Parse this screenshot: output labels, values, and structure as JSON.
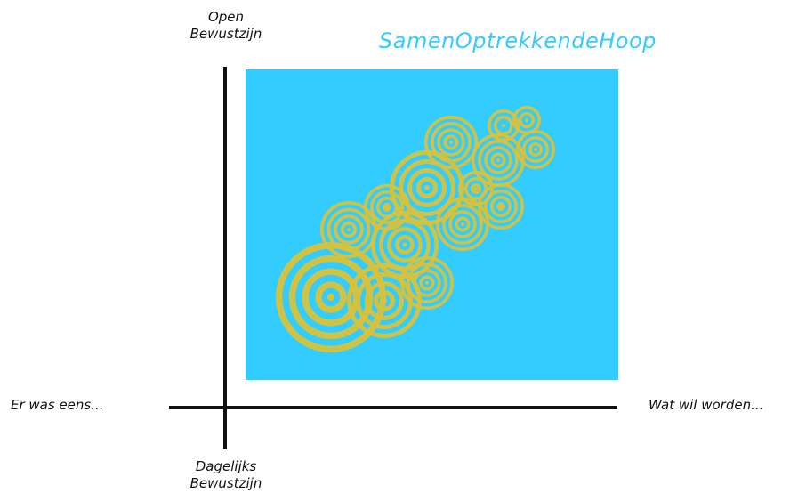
{
  "title": "SamenOptrekkendeHoop",
  "axes": {
    "vertical_top": [
      "Open",
      "Bewustzijn"
    ],
    "vertical_bottom": [
      "Dagelijks",
      "Bewustzijn"
    ],
    "horizontal_left": "Er was eens...",
    "horizontal_right": "Wat wil worden..."
  },
  "colors": {
    "panel": "#33ccff",
    "rings": "#d9c23a",
    "title": "#33ccff",
    "axis": "#111111"
  }
}
